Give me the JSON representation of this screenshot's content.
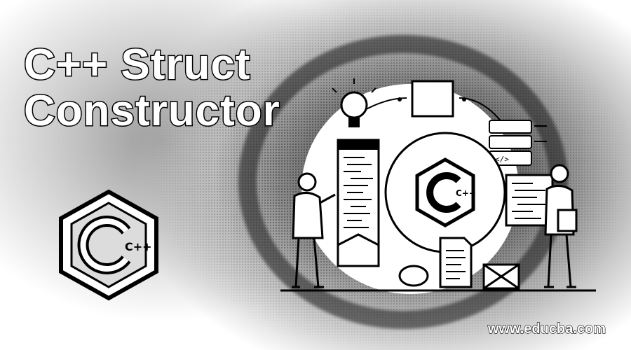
{
  "title": {
    "line1": "C++ Struct",
    "line2": "Constructor"
  },
  "logo": {
    "icon": "cpp-logo-icon",
    "label": "C++",
    "accent": "#000000"
  },
  "center_logo_label": "C++",
  "code_card_label": "</>",
  "footer": {
    "url": "www.educba.com"
  },
  "colors": {
    "background": "#ffffff",
    "ink": "#000000"
  }
}
